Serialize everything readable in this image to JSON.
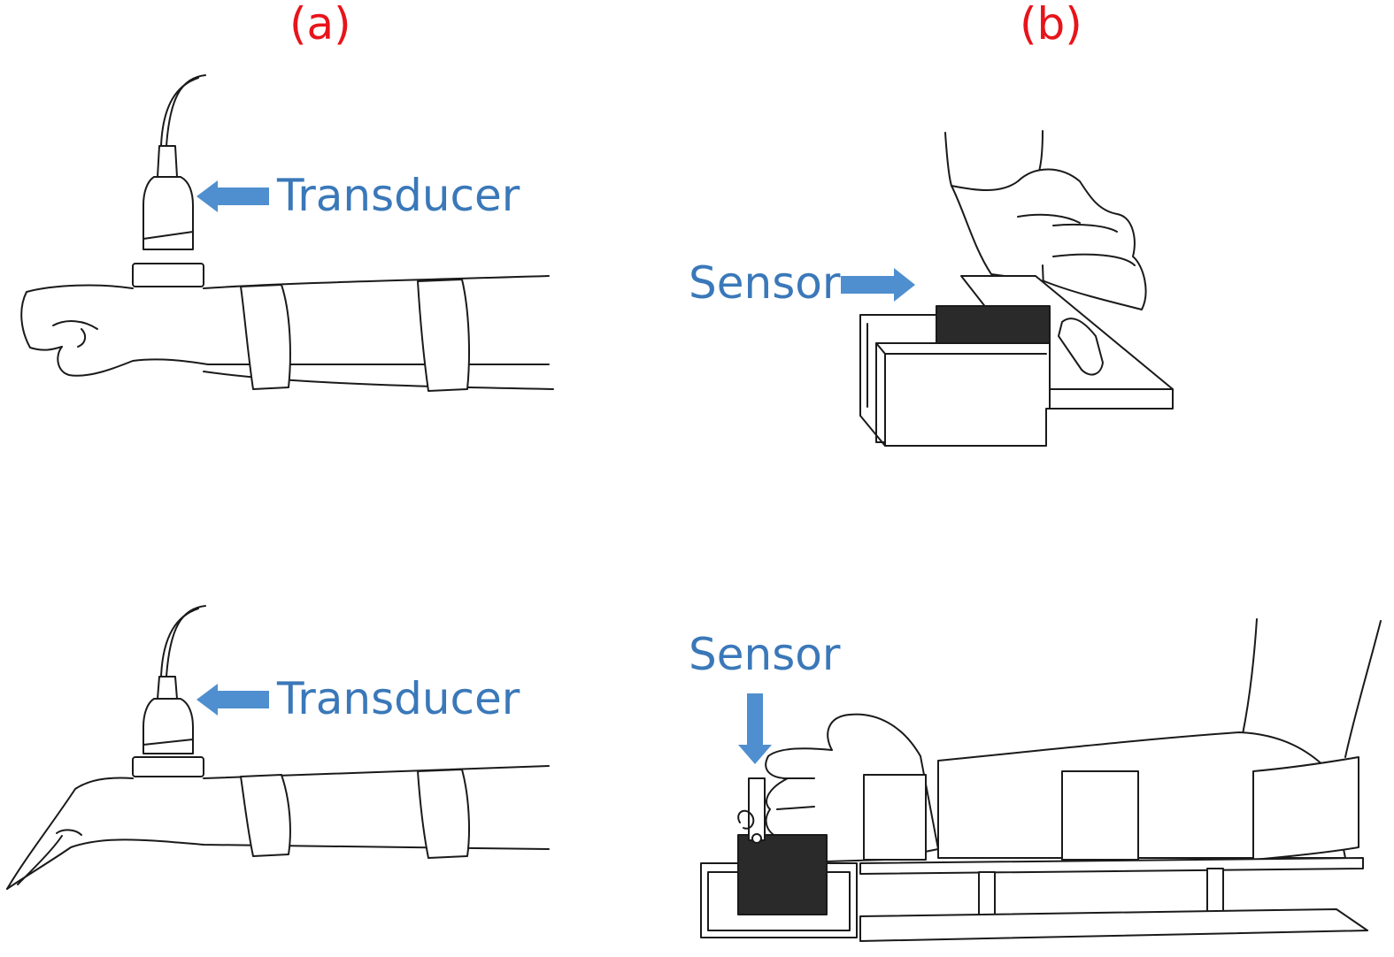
{
  "figure": {
    "panel_a_label": "(a)",
    "panel_b_label": "(b)",
    "top_left_callout": "Transducer",
    "bottom_left_callout": "Transducer",
    "top_right_callout": "Sensor",
    "bottom_right_callout": "Sensor"
  },
  "colors": {
    "panel_label": "#e8141b",
    "callout_text": "#3a78b9",
    "callout_arrow": "#4f8fcf",
    "line": "#1a1a1a",
    "sensor_block": "#2a2a2a"
  },
  "icons": [
    "transducer-probe",
    "forearm",
    "wrist-strap",
    "force-sensor",
    "arm-support-rig"
  ]
}
